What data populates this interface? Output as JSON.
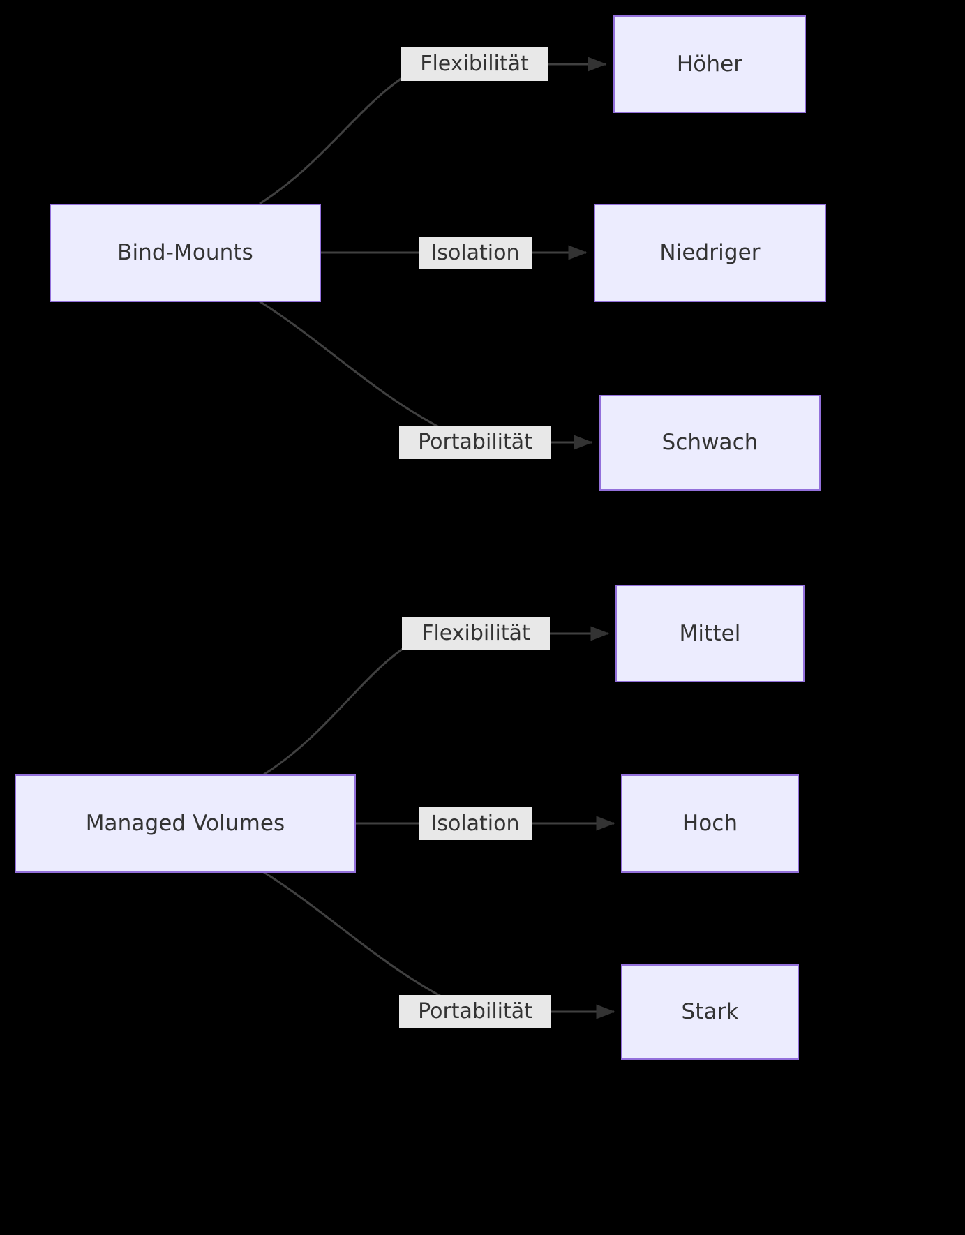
{
  "diagram": {
    "type": "flowchart",
    "direction": "left-to-right",
    "background_color": "#000000",
    "node_fill_color": "#ECECFE",
    "node_border_color": "#9370DB",
    "edge_color": "#333333",
    "edge_label_background": "#E8E8E8",
    "text_color": "#333333",
    "groups": [
      {
        "id": "bind-mounts",
        "source_label": "Bind-Mounts",
        "edges": [
          {
            "label": "Flexibilität",
            "target": "Höher"
          },
          {
            "label": "Isolation",
            "target": "Niedriger"
          },
          {
            "label": "Portabilität",
            "target": "Schwach"
          }
        ]
      },
      {
        "id": "managed-volumes",
        "source_label": "Managed Volumes",
        "edges": [
          {
            "label": "Flexibilität",
            "target": "Mittel"
          },
          {
            "label": "Isolation",
            "target": "Hoch"
          },
          {
            "label": "Portabilität",
            "target": "Stark"
          }
        ]
      }
    ],
    "nodes": {
      "bind_mounts": "Bind-Mounts",
      "hoeher": "Höher",
      "niedriger": "Niedriger",
      "schwach": "Schwach",
      "managed_volumes": "Managed Volumes",
      "mittel": "Mittel",
      "hoch": "Hoch",
      "stark": "Stark"
    },
    "edge_labels": {
      "flexibilitaet_1": "Flexibilität",
      "isolation_1": "Isolation",
      "portabilitaet_1": "Portabilität",
      "flexibilitaet_2": "Flexibilität",
      "isolation_2": "Isolation",
      "portabilitaet_2": "Portabilität"
    }
  }
}
